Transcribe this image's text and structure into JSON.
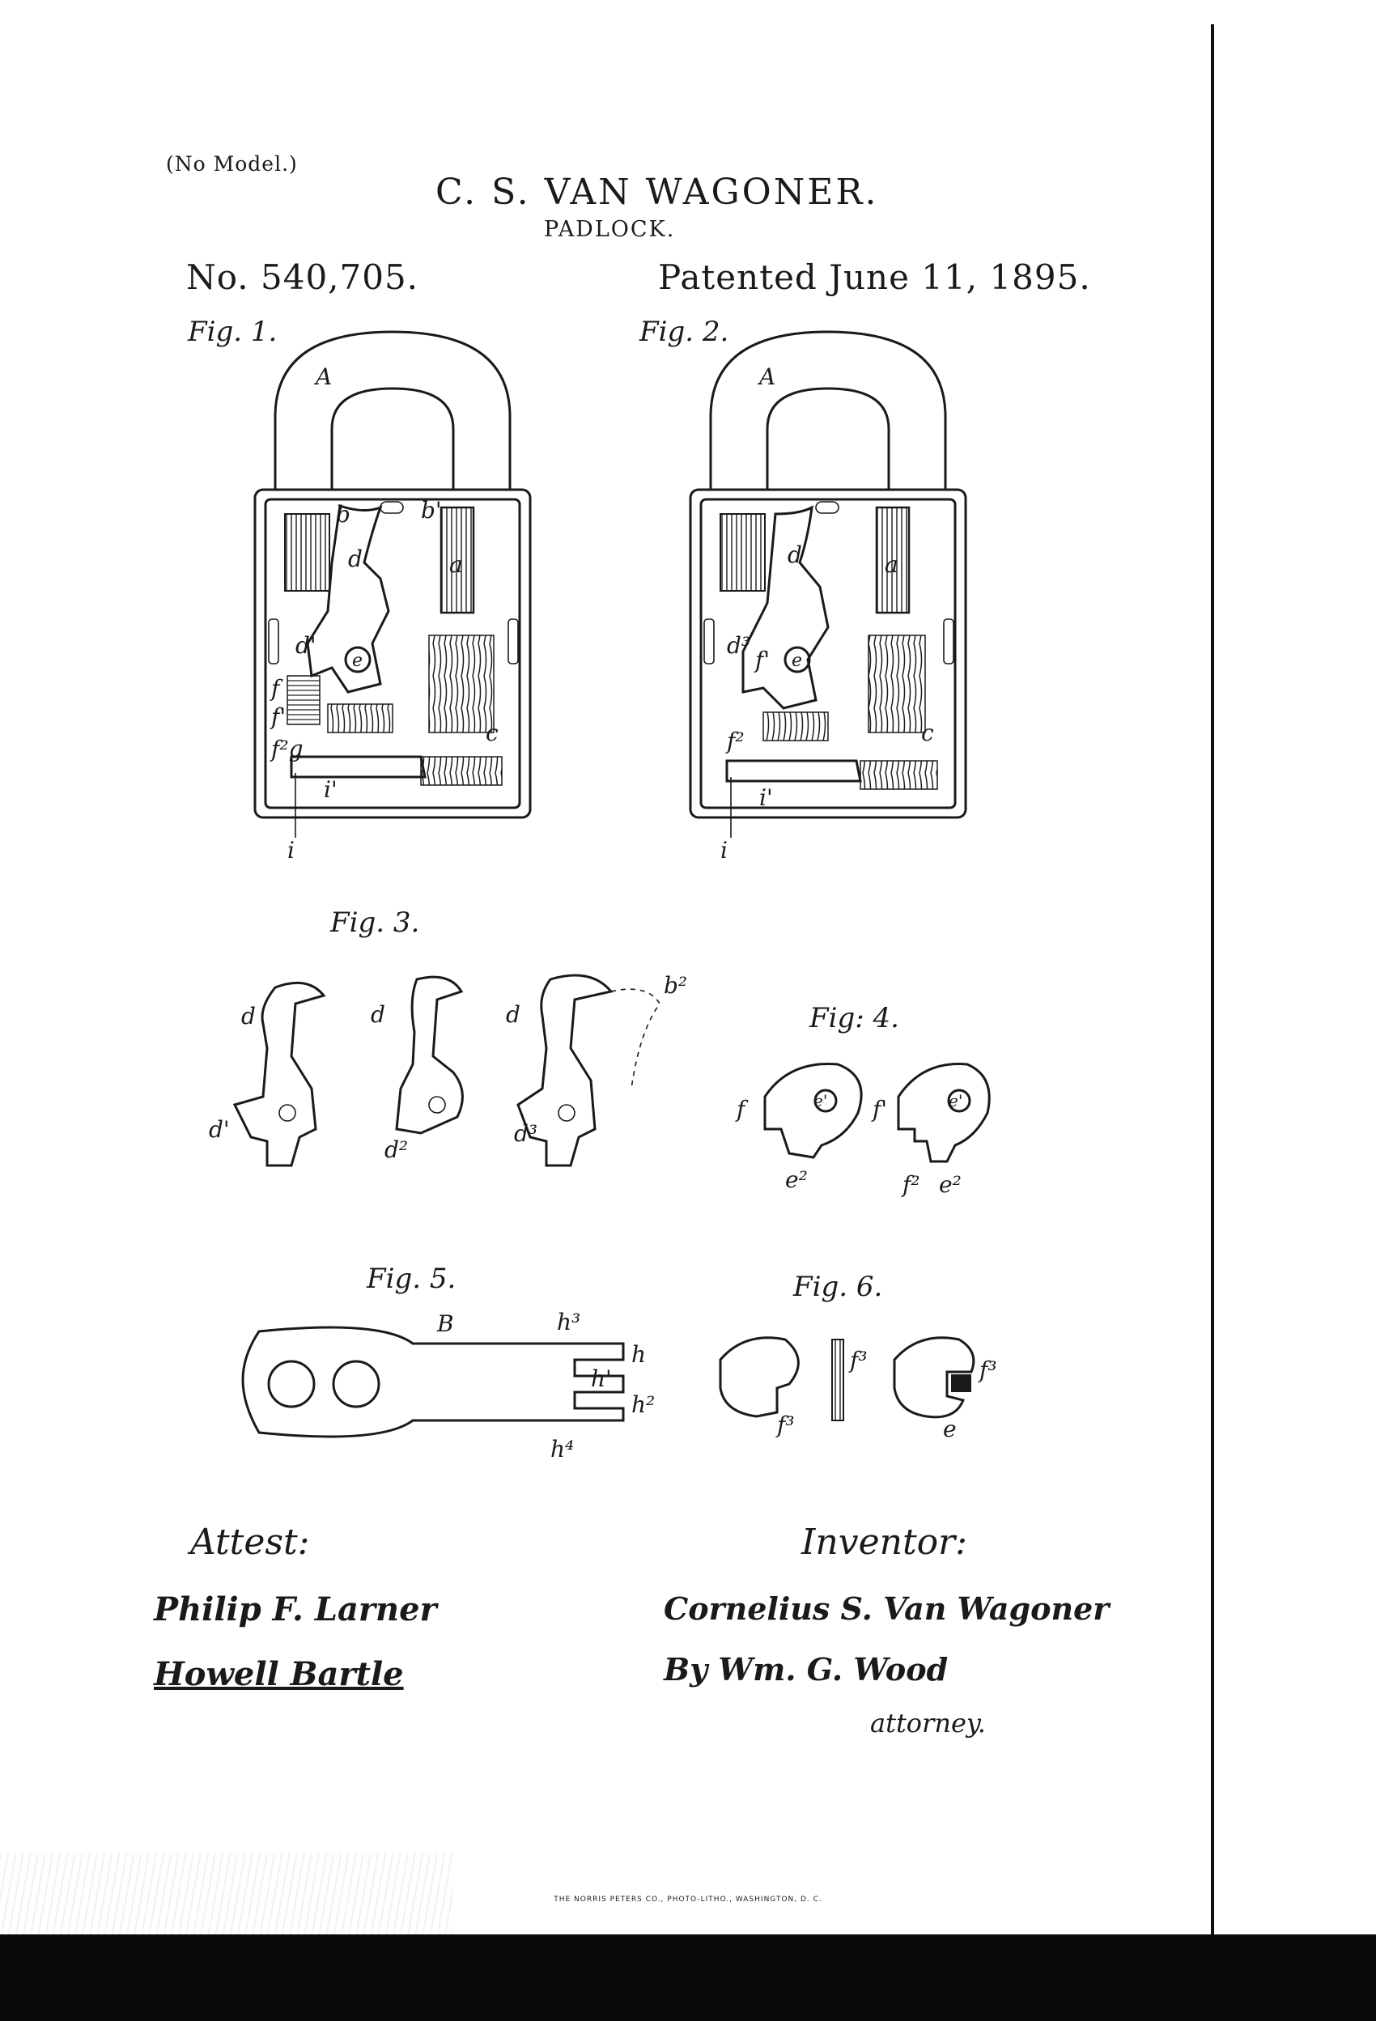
{
  "header": {
    "no_model": "(No Model.)",
    "inventor": "C. S. VAN WAGONER.",
    "subject": "PADLOCK.",
    "patent_number": "No. 540,705.",
    "patent_date": "Patented June 11, 1895."
  },
  "figures": {
    "fig1": "Fig. 1.",
    "fig2": "Fig. 2.",
    "fig3": "Fig. 3.",
    "fig4": "Fig: 4.",
    "fig5": "Fig. 5.",
    "fig6": "Fig. 6."
  },
  "reference_letters": {
    "A": "A",
    "a": "a",
    "b": "b",
    "b1": "b'",
    "b2": "b²",
    "c": "c",
    "d": "d",
    "d1": "d'",
    "d2": "d²",
    "d3": "d³",
    "e": "e",
    "e1": "e'",
    "e2": "e²",
    "f": "f",
    "f1": "f'",
    "f2": "f²",
    "f3": "f³",
    "g": "g",
    "i": "i",
    "i1": "i'",
    "B": "B",
    "h": "h",
    "h1": "h'",
    "h2": "h²",
    "h3": "h³",
    "h4": "h⁴"
  },
  "signatures": {
    "attest_label": "Attest:",
    "witness_1": "Philip F. Larner",
    "witness_2": "Howell Bartle",
    "inventor_label": "Inventor:",
    "inventor_signature": "Cornelius S. Van Wagoner",
    "by_line": "By Wm. G. Wood",
    "attorney": "attorney."
  },
  "imprint": "THE NORRIS PETERS CO., PHOTO-LITHO., WASHINGTON, D. C."
}
